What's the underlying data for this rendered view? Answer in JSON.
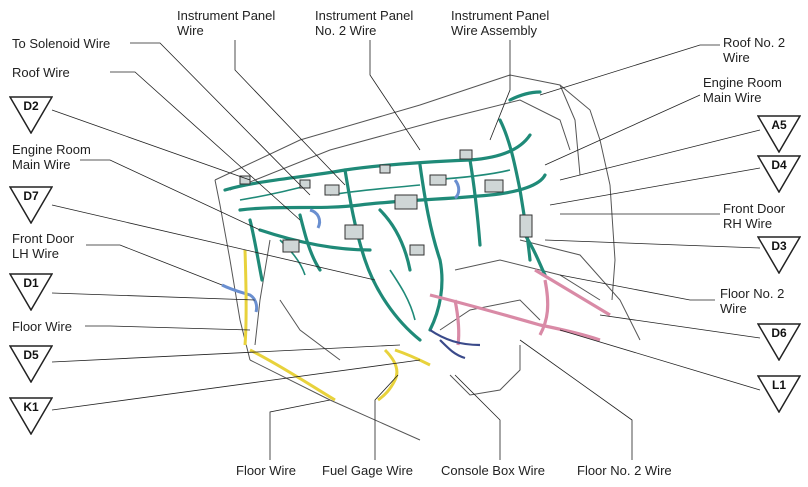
{
  "labels": {
    "to_solenoid": "To Solenoid Wire",
    "roof_wire": "Roof Wire",
    "engine_room_left": [
      "Engine Room",
      "Main Wire"
    ],
    "front_door_lh": [
      "Front Door",
      "LH Wire"
    ],
    "floor_wire_left": "Floor Wire",
    "instrument_panel": [
      "Instrument Panel",
      "Wire"
    ],
    "instrument_panel_no2": [
      "Instrument Panel",
      "No. 2 Wire"
    ],
    "instrument_panel_assy": [
      "Instrument Panel",
      "Wire Assembly"
    ],
    "roof_no2": [
      "Roof No. 2",
      "Wire"
    ],
    "engine_room_right": [
      "Engine Room",
      "Main Wire"
    ],
    "front_door_rh": [
      "Front Door",
      "RH Wire"
    ],
    "floor_no2_right": [
      "Floor No. 2",
      "Wire"
    ],
    "floor_wire_bottom": "Floor Wire",
    "fuel_gage": "Fuel Gage Wire",
    "console_box": "Console Box Wire",
    "floor_no2_bottom": "Floor No. 2 Wire"
  },
  "connectors": {
    "d2": "D2",
    "d7": "D7",
    "d1": "D1",
    "d5": "D5",
    "k1": "K1",
    "a5": "A5",
    "d4": "D4",
    "d3": "D3",
    "d6": "D6",
    "l1": "L1"
  },
  "colors": {
    "harness_main": "#1f8a78",
    "harness_floor": "#d98aa6",
    "harness_fuel": "#e8d23c",
    "harness_door": "#6a8fd0",
    "outline": "#333333"
  }
}
